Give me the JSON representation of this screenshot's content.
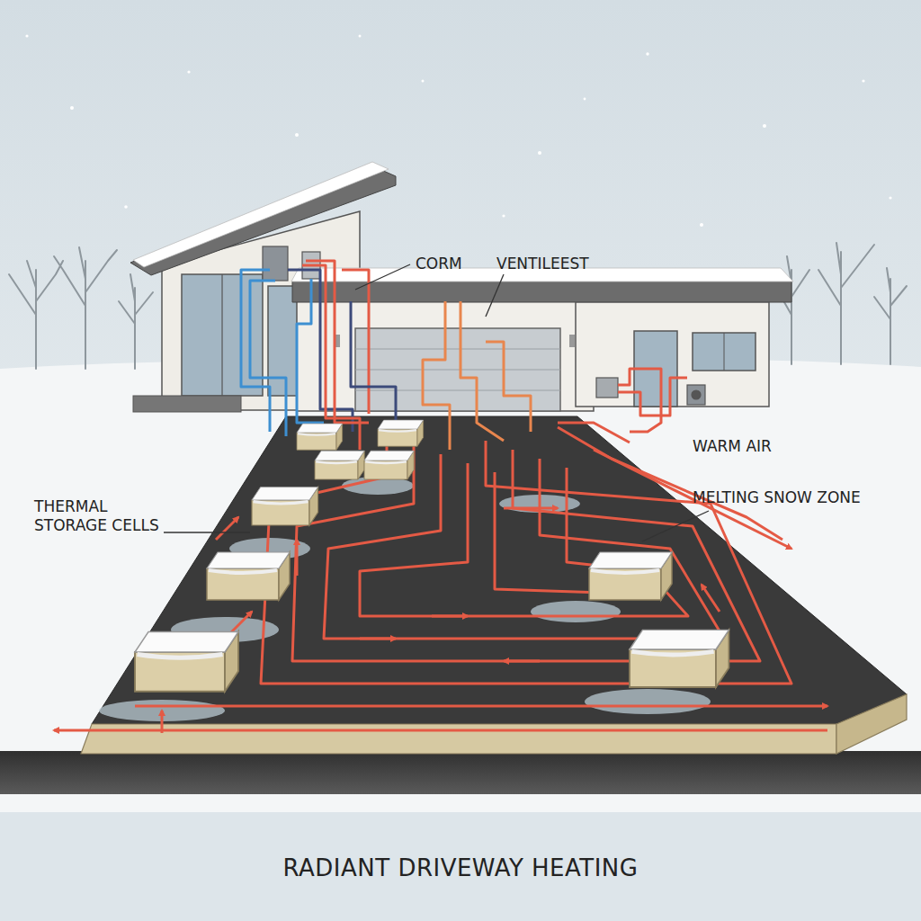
{
  "diagram": {
    "caption": "RADIANT DRIVEWAY HEATING",
    "labels": [
      "CORM",
      "VENTILEEST",
      "WARM AIR",
      "MELTING SNOW ZONE",
      "THERMAL STORAGE CELLS"
    ]
  }
}
